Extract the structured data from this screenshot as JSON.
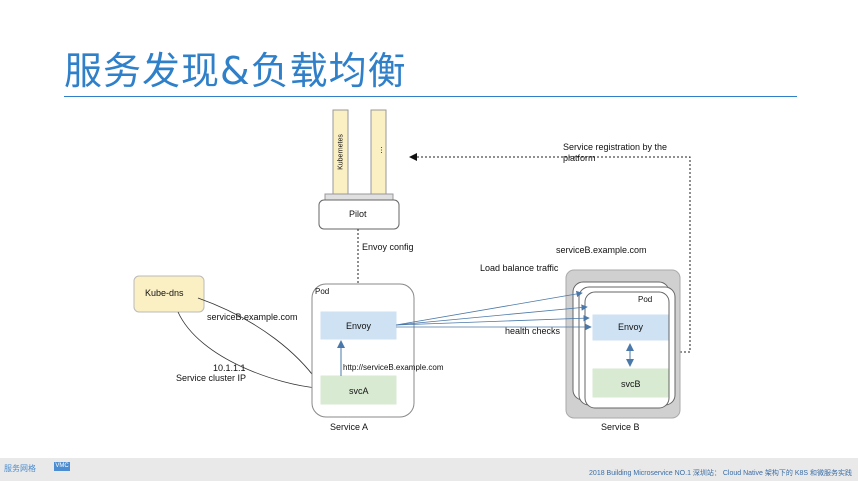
{
  "slide": {
    "title": "服务发现&负载均衡",
    "footer": "2018 Building Microservice NO.1 深圳站： Cloud Native 架构下的 K8S 和微服务实践",
    "logo_text": "服务网格",
    "logo_badge": "VMC"
  },
  "diagram": {
    "kubernetes": "Kubernetes",
    "ellipsis": "...",
    "pilot": "Pilot",
    "registration_note": "Service registration by the platform",
    "envoy_config": "Envoy config",
    "kube_dns": "Kube-dns",
    "dns_query": "serviceB.example.com",
    "dns_answer_ip": "10.1.1.1",
    "dns_answer_desc": "Service cluster IP",
    "pod_a_label": "Pod",
    "envoy_a": "Envoy",
    "http_url": "http://serviceB.example.com",
    "svc_a": "svcA",
    "service_a": "Service A",
    "service_b_host": "serviceB.example.com",
    "load_balance": "Load balance traffic",
    "health_checks": "health checks",
    "pod_b_label": "Pod",
    "envoy_b": "Envoy",
    "svc_b": "svcB",
    "service_b": "Service B"
  }
}
